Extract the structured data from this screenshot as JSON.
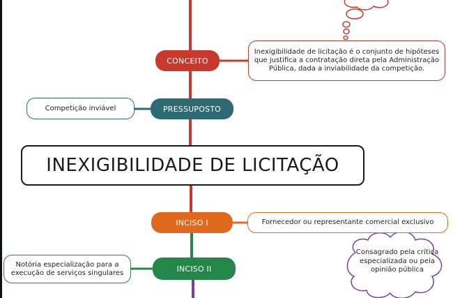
{
  "title": "INEXIGIBILIDADE DE LICITAÇÃO",
  "branches": [
    {
      "label": "CONCEITO",
      "color": "#c9382d",
      "text": "Inexigibilidade de licitação é o conjunto de hipóteses que justifica a contratação direta pela Administração Pública, dada a inviabilidade da competição."
    },
    {
      "label": "PRESSUPOSTO",
      "color": "#2e6a73",
      "text": "Competição inviável"
    },
    {
      "label": "INCISO I",
      "color": "#df6a1d",
      "text": "Fornecedor ou representante comercial exclusivo"
    },
    {
      "label": "INCISO II",
      "color": "#25864a",
      "text": "Notória especialização para a execução de serviços singulares"
    }
  ],
  "cloud_note": "Consagrado pela crítica especializada ou pela opinião pública",
  "colors": {
    "concept": "#c9382d",
    "pressuposto": "#2e6a73",
    "inciso1": "#df6a1d",
    "inciso2": "#25864a",
    "cloud": "#7b3fa3"
  }
}
